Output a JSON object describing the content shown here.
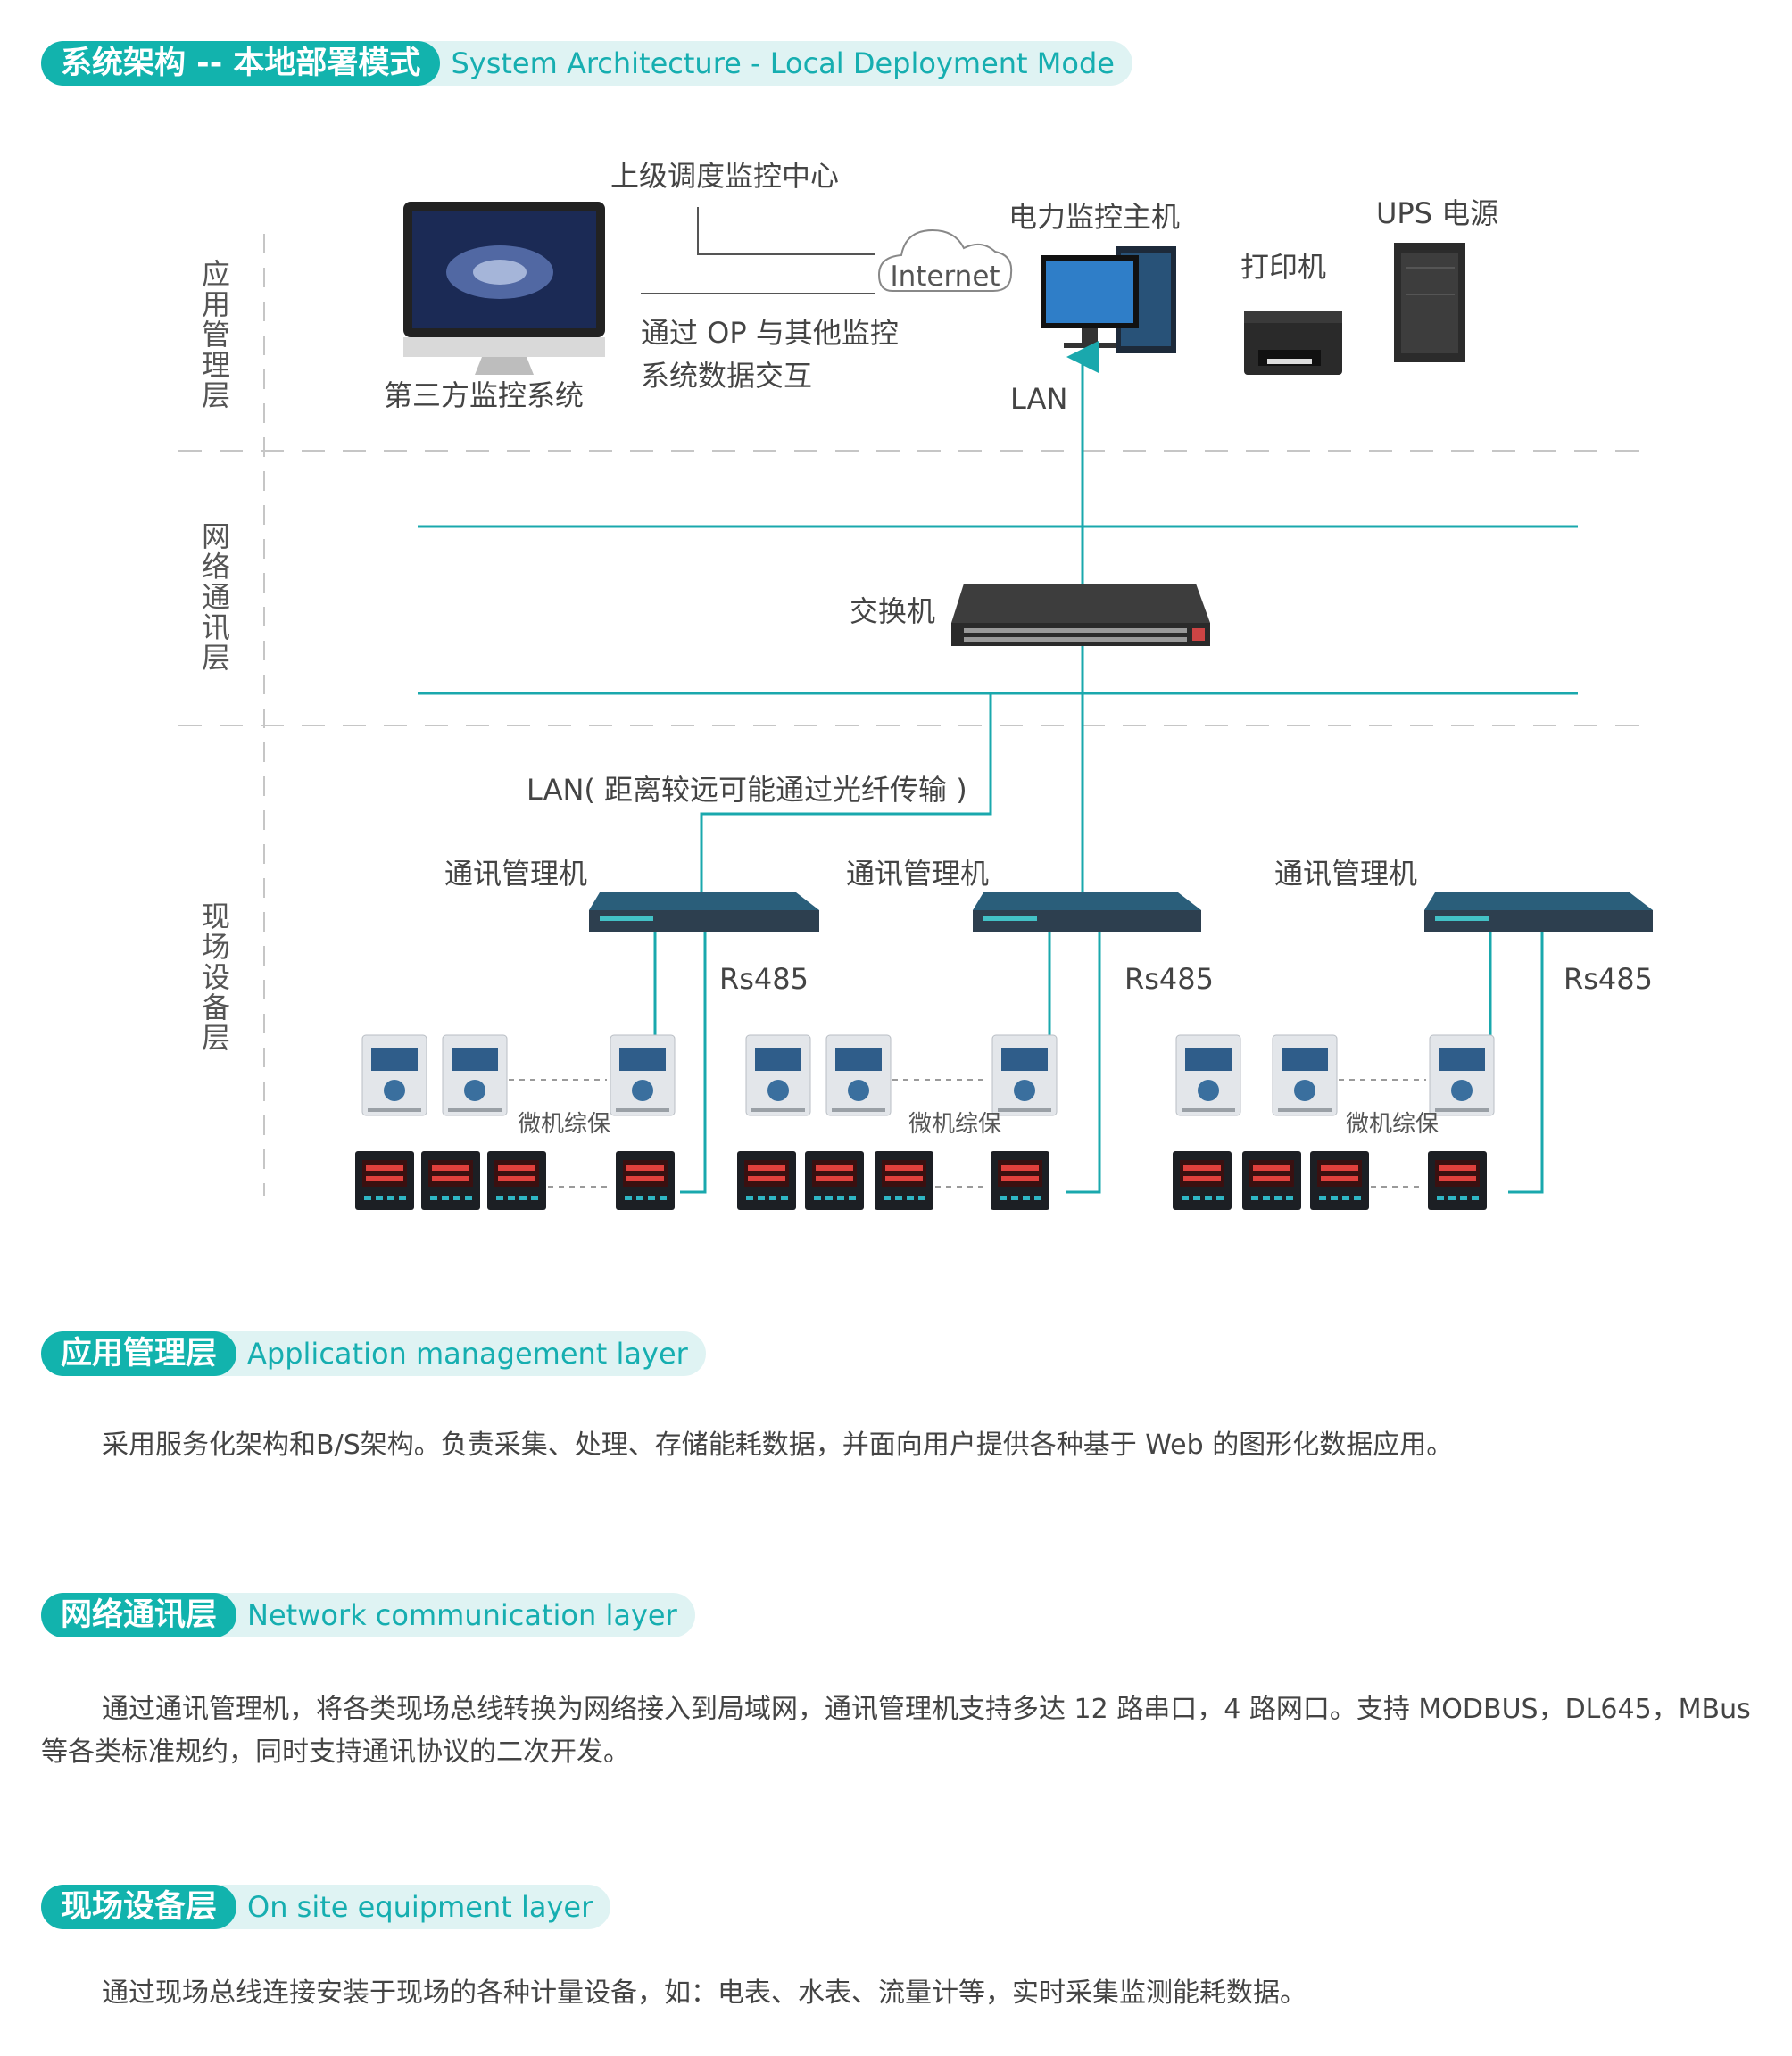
{
  "colors": {
    "accent": "#12b3ad",
    "accent_light": "#dff3f3",
    "line": "#1aa8ad",
    "divider": "#c6c6c6"
  },
  "header": {
    "title_cn": "系统架构 -- 本地部署模式",
    "title_en": "System Architecture - Local Deployment Mode"
  },
  "diagram": {
    "layers": {
      "application": "应用管理层",
      "network": "网络通讯层",
      "field": "现场设备层"
    },
    "labels": {
      "upper_center": "上级调度监控中心",
      "internet": "Internet",
      "third_party": "第三方监控系统",
      "op_line1": "通过 OP 与其他监控",
      "op_line2": "系统数据交互",
      "power_host": "电力监控主机",
      "lan_top": "LAN",
      "printer": "打印机",
      "ups": "UPS 电源",
      "switch": "交换机",
      "lan_fiber": "LAN( 距离较远可能通过光纤传输 )",
      "comm_manager": "通讯管理机",
      "rs485": "Rs485",
      "protection": "微机综保"
    },
    "icons": [
      "imac-icon",
      "cloud-icon",
      "workstation-icon",
      "printer-icon",
      "ups-icon",
      "network-switch-icon",
      "rack-gateway-icon",
      "protection-relay-icon",
      "power-meter-icon"
    ]
  },
  "sections": [
    {
      "title_cn": "应用管理层",
      "title_en": "Application management layer",
      "text": "采用服务化架构和B/S架构。负责采集、处理、存储能耗数据，并面向用户提供各种基于 Web 的图形化数据应用。"
    },
    {
      "title_cn": "网络通讯层",
      "title_en": "Network communication layer",
      "text": "通过通讯管理机，将各类现场总线转换为网络接入到局域网，通讯管理机支持多达 12 路串口，4 路网口。支持 MODBUS，DL645，MBus 等各类标准规约，同时支持通讯协议的二次开发。"
    },
    {
      "title_cn": "现场设备层",
      "title_en": "On site equipment layer",
      "text": "通过现场总线连接安装于现场的各种计量设备，如：电表、水表、流量计等，实时采集监测能耗数据。"
    }
  ]
}
